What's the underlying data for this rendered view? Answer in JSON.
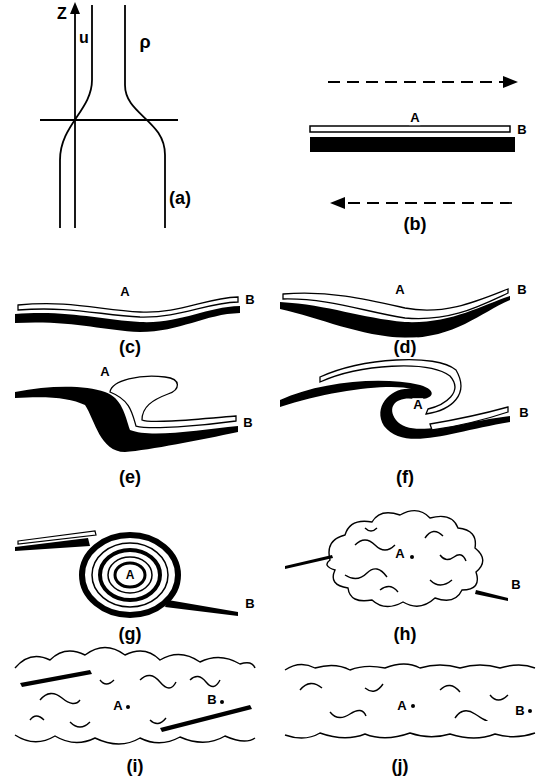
{
  "diagram": {
    "labels": [
      "Z",
      "u",
      "ρ",
      "(a)",
      "A",
      "B",
      "(b)",
      "A",
      "B",
      "(c)",
      "A",
      "B",
      "(d)",
      "A",
      "B",
      "(e)",
      "A",
      "B",
      "(f)",
      "A",
      "B",
      "(g)",
      "A",
      "B",
      "(h)",
      "A",
      "B",
      "(i)",
      "A",
      "B",
      "(j)"
    ]
  }
}
